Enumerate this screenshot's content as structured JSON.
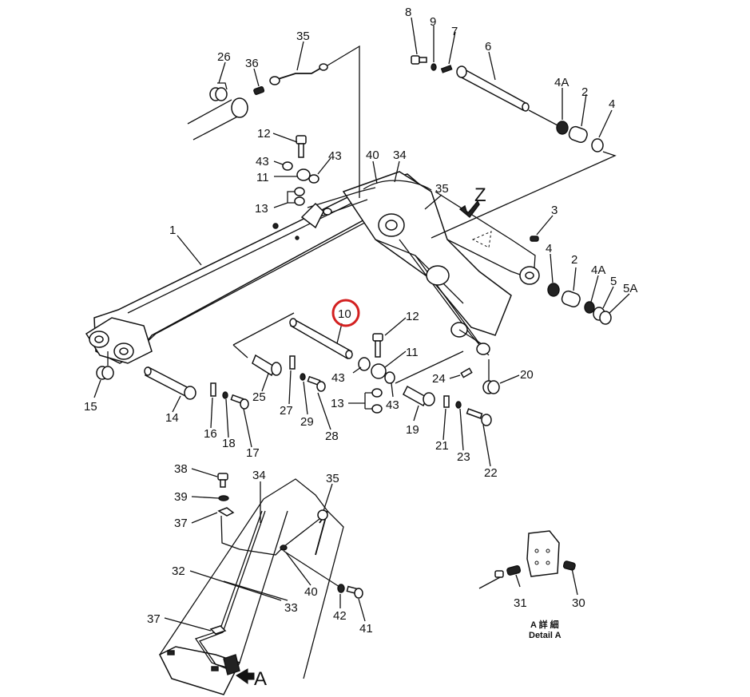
{
  "diagram": {
    "type": "exploded-parts-diagram",
    "highlight_color": "#d32020",
    "highlighted_callout": "10",
    "callouts": [
      {
        "id": "c1",
        "label": "1"
      },
      {
        "id": "c2a",
        "label": "2"
      },
      {
        "id": "c2b",
        "label": "2"
      },
      {
        "id": "c3",
        "label": "3"
      },
      {
        "id": "c4a",
        "label": "4"
      },
      {
        "id": "c4b",
        "label": "4"
      },
      {
        "id": "c4Aa",
        "label": "4A"
      },
      {
        "id": "c4Ab",
        "label": "4A"
      },
      {
        "id": "c5",
        "label": "5"
      },
      {
        "id": "c5A",
        "label": "5A"
      },
      {
        "id": "c6",
        "label": "6"
      },
      {
        "id": "c7",
        "label": "7"
      },
      {
        "id": "c8",
        "label": "8"
      },
      {
        "id": "c9",
        "label": "9"
      },
      {
        "id": "c10",
        "label": "10"
      },
      {
        "id": "c11a",
        "label": "11"
      },
      {
        "id": "c11b",
        "label": "11"
      },
      {
        "id": "c12a",
        "label": "12"
      },
      {
        "id": "c12b",
        "label": "12"
      },
      {
        "id": "c13a",
        "label": "13"
      },
      {
        "id": "c13b",
        "label": "13"
      },
      {
        "id": "c14",
        "label": "14"
      },
      {
        "id": "c15",
        "label": "15"
      },
      {
        "id": "c16",
        "label": "16"
      },
      {
        "id": "c17",
        "label": "17"
      },
      {
        "id": "c18",
        "label": "18"
      },
      {
        "id": "c19",
        "label": "19"
      },
      {
        "id": "c20",
        "label": "20"
      },
      {
        "id": "c21",
        "label": "21"
      },
      {
        "id": "c22",
        "label": "22"
      },
      {
        "id": "c23",
        "label": "23"
      },
      {
        "id": "c24",
        "label": "24"
      },
      {
        "id": "c25",
        "label": "25"
      },
      {
        "id": "c26",
        "label": "26"
      },
      {
        "id": "c27",
        "label": "27"
      },
      {
        "id": "c28",
        "label": "28"
      },
      {
        "id": "c29",
        "label": "29"
      },
      {
        "id": "c30",
        "label": "30"
      },
      {
        "id": "c31",
        "label": "31"
      },
      {
        "id": "c32",
        "label": "32"
      },
      {
        "id": "c33",
        "label": "33"
      },
      {
        "id": "c34a",
        "label": "34"
      },
      {
        "id": "c34b",
        "label": "34"
      },
      {
        "id": "c35a",
        "label": "35"
      },
      {
        "id": "c35b",
        "label": "35"
      },
      {
        "id": "c35c",
        "label": "35"
      },
      {
        "id": "c36",
        "label": "36"
      },
      {
        "id": "c37a",
        "label": "37"
      },
      {
        "id": "c37b",
        "label": "37"
      },
      {
        "id": "c38",
        "label": "38"
      },
      {
        "id": "c39",
        "label": "39"
      },
      {
        "id": "c40a",
        "label": "40"
      },
      {
        "id": "c40b",
        "label": "40"
      },
      {
        "id": "c41",
        "label": "41"
      },
      {
        "id": "c42",
        "label": "42"
      },
      {
        "id": "c43a",
        "label": "43"
      },
      {
        "id": "c43b",
        "label": "43"
      },
      {
        "id": "c43c",
        "label": "43"
      },
      {
        "id": "c43d",
        "label": "43"
      }
    ],
    "view_markers": {
      "z": "Z",
      "a": "A"
    },
    "detail_caption": {
      "japanese": "A 詳 細",
      "english": "Detail  A"
    }
  }
}
